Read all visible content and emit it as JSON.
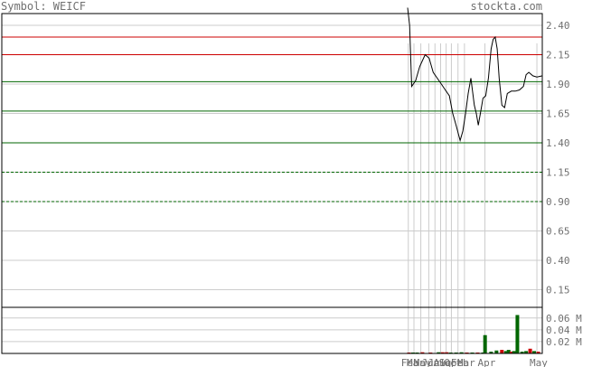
{
  "header": {
    "symbol_text": "Symbol: WEICF",
    "site_text": "stockta.com"
  },
  "colors": {
    "grid": "#cccccc",
    "frame": "#000000",
    "price_line": "#000000",
    "resistance": "#cc0000",
    "support": "#006600",
    "volume_up": "#006600",
    "volume_down": "#cc0000",
    "label": "#707070"
  },
  "chart_data": {
    "type": "line",
    "price_axis": {
      "ylim": [
        0,
        2.5
      ],
      "ticks": [
        {
          "value": 2.4,
          "label": "2.40"
        },
        {
          "value": 2.15,
          "label": "2.15"
        },
        {
          "value": 1.9,
          "label": "1.90"
        },
        {
          "value": 1.65,
          "label": "1.65"
        },
        {
          "value": 1.4,
          "label": "1.40"
        },
        {
          "value": 1.15,
          "label": "1.15"
        },
        {
          "value": 0.9,
          "label": "0.90"
        },
        {
          "value": 0.65,
          "label": "0.65"
        },
        {
          "value": 0.4,
          "label": "0.40"
        },
        {
          "value": 0.15,
          "label": "0.15"
        }
      ]
    },
    "volume_axis": {
      "ylim": [
        0,
        0.078
      ],
      "ticks": [
        {
          "value": 0.06,
          "label": "0.06 M"
        },
        {
          "value": 0.04,
          "label": "0.04 M"
        },
        {
          "value": 0.02,
          "label": "0.02 M"
        }
      ]
    },
    "x_range": [
      0,
      100
    ],
    "months": [
      {
        "label": "Feb",
        "x": 0.5
      },
      {
        "label": "Mar",
        "x": 4.7
      },
      {
        "label": "May",
        "x": 9.8
      },
      {
        "label": "Jun",
        "x": 15.7
      },
      {
        "label": "Jul",
        "x": 20.3
      },
      {
        "label": "Aug",
        "x": 24.5
      },
      {
        "label": "Sep",
        "x": 28.6
      },
      {
        "label": "Oct",
        "x": 32.5
      },
      {
        "label": "Feb",
        "x": 37.4
      },
      {
        "label": "Mar",
        "x": 42.2
      },
      {
        "label": "Apr",
        "x": 57.4
      },
      {
        "label": "May",
        "x": 96.0
      }
    ],
    "levels": [
      {
        "value": 2.3,
        "kind": "resistance",
        "style": "solid"
      },
      {
        "value": 2.15,
        "kind": "resistance",
        "style": "solid"
      },
      {
        "value": 1.92,
        "kind": "support",
        "style": "solid"
      },
      {
        "value": 1.67,
        "kind": "support",
        "style": "solid"
      },
      {
        "value": 1.4,
        "kind": "support",
        "style": "solid"
      },
      {
        "value": 1.15,
        "kind": "support",
        "style": "dashed"
      },
      {
        "value": 0.9,
        "kind": "support",
        "style": "dashed"
      }
    ],
    "series": [
      {
        "kind": "price",
        "points": [
          [
            0,
            2.55
          ],
          [
            1.5,
            2.4
          ],
          [
            3,
            1.88
          ],
          [
            6,
            1.93
          ],
          [
            9,
            2.05
          ],
          [
            13,
            2.15
          ],
          [
            16,
            2.12
          ],
          [
            19,
            2.0
          ],
          [
            22,
            1.95
          ],
          [
            25,
            1.9
          ],
          [
            28,
            1.85
          ],
          [
            31,
            1.8
          ],
          [
            33.5,
            1.65
          ],
          [
            36,
            1.55
          ],
          [
            39,
            1.42
          ],
          [
            41,
            1.5
          ],
          [
            43,
            1.65
          ],
          [
            45,
            1.82
          ],
          [
            47,
            1.95
          ],
          [
            49.5,
            1.72
          ],
          [
            51,
            1.65
          ],
          [
            52.5,
            1.55
          ],
          [
            54,
            1.65
          ],
          [
            56,
            1.78
          ],
          [
            58,
            1.8
          ],
          [
            60,
            1.95
          ],
          [
            62,
            2.2
          ],
          [
            63.5,
            2.28
          ],
          [
            65,
            2.3
          ],
          [
            66.5,
            2.2
          ],
          [
            68,
            1.95
          ],
          [
            70,
            1.72
          ],
          [
            72,
            1.7
          ],
          [
            74,
            1.82
          ],
          [
            77,
            1.84
          ],
          [
            80,
            1.84
          ],
          [
            83,
            1.85
          ],
          [
            86,
            1.88
          ],
          [
            88,
            1.98
          ],
          [
            90,
            2.0
          ],
          [
            93,
            1.97
          ],
          [
            96,
            1.96
          ],
          [
            100,
            1.97
          ]
        ]
      },
      {
        "kind": "volume",
        "bars": [
          {
            "x": 1.0,
            "v": 0.001,
            "dir": "down"
          },
          {
            "x": 4.0,
            "v": 0.001,
            "dir": "up"
          },
          {
            "x": 7.0,
            "v": 0.001,
            "dir": "up"
          },
          {
            "x": 11.0,
            "v": 0.002,
            "dir": "down"
          },
          {
            "x": 17.0,
            "v": 0.001,
            "dir": "down"
          },
          {
            "x": 23.0,
            "v": 0.002,
            "dir": "up"
          },
          {
            "x": 26.0,
            "v": 0.002,
            "dir": "down"
          },
          {
            "x": 29.0,
            "v": 0.002,
            "dir": "down"
          },
          {
            "x": 32.0,
            "v": 0.001,
            "dir": "up"
          },
          {
            "x": 36.0,
            "v": 0.001,
            "dir": "up"
          },
          {
            "x": 40.0,
            "v": 0.002,
            "dir": "up"
          },
          {
            "x": 44.0,
            "v": 0.001,
            "dir": "down"
          },
          {
            "x": 48.0,
            "v": 0.001,
            "dir": "up"
          },
          {
            "x": 52.0,
            "v": 0.001,
            "dir": "down"
          },
          {
            "x": 56.0,
            "v": 0.001,
            "dir": "up"
          },
          {
            "x": 57.5,
            "v": 0.031,
            "dir": "up"
          },
          {
            "x": 62.0,
            "v": 0.003,
            "dir": "up"
          },
          {
            "x": 66.0,
            "v": 0.005,
            "dir": "up"
          },
          {
            "x": 70.0,
            "v": 0.006,
            "dir": "down"
          },
          {
            "x": 73.0,
            "v": 0.004,
            "dir": "up"
          },
          {
            "x": 75.0,
            "v": 0.006,
            "dir": "up"
          },
          {
            "x": 77.0,
            "v": 0.003,
            "dir": "down"
          },
          {
            "x": 79.0,
            "v": 0.004,
            "dir": "up"
          },
          {
            "x": 81.5,
            "v": 0.065,
            "dir": "up"
          },
          {
            "x": 85.0,
            "v": 0.003,
            "dir": "up"
          },
          {
            "x": 88.0,
            "v": 0.004,
            "dir": "up"
          },
          {
            "x": 91.0,
            "v": 0.008,
            "dir": "down"
          },
          {
            "x": 94.0,
            "v": 0.004,
            "dir": "up"
          },
          {
            "x": 97.0,
            "v": 0.003,
            "dir": "down"
          }
        ]
      }
    ]
  }
}
